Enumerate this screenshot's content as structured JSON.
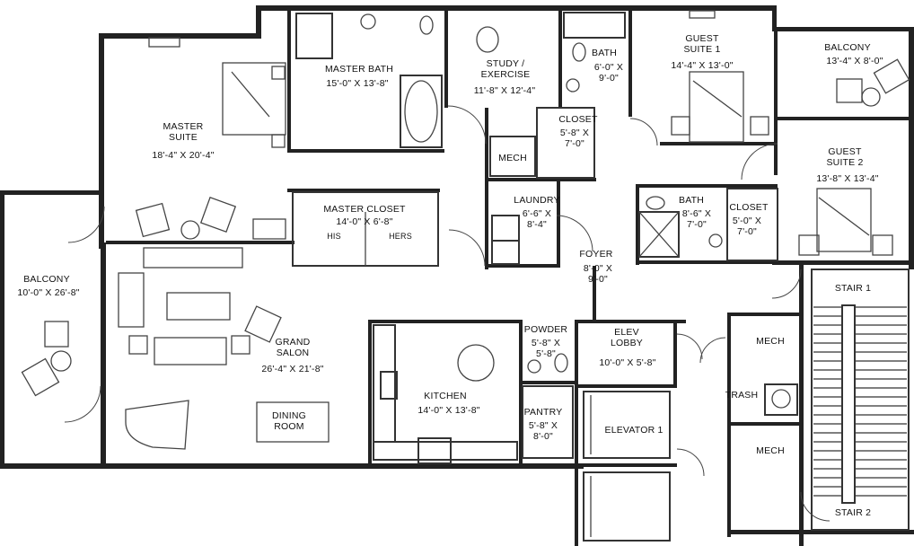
{
  "rooms": {
    "master_suite": {
      "name": "MASTER\nSUITE",
      "dim": "18'-4\" X 20'-4\""
    },
    "master_bath": {
      "name": "MASTER BATH",
      "dim": "15'-0\" X 13'-8\""
    },
    "study": {
      "name": "STUDY /\nEXERCISE",
      "dim": "11'-8\" X 12'-4\""
    },
    "bath1": {
      "name": "BATH",
      "dim": "6'-0\" X\n9'-0\""
    },
    "guest1": {
      "name": "GUEST\nSUITE 1",
      "dim": "14'-4\" X 13'-0\""
    },
    "balcony_ne": {
      "name": "BALCONY",
      "dim": "13'-4\" X 8'-0\""
    },
    "closet1": {
      "name": "CLOSET",
      "dim": "5'-8\" X\n7'-0\""
    },
    "mech1": {
      "name": "MECH"
    },
    "guest2": {
      "name": "GUEST\nSUITE 2",
      "dim": "13'-8\" X 13'-4\""
    },
    "master_closet": {
      "name": "MASTER CLOSET",
      "dim": "14'-0\" X 6'-8\"",
      "his": "HIS",
      "hers": "HERS"
    },
    "laundry": {
      "name": "LAUNDRY",
      "dim": "6'-6\" X\n8'-4\""
    },
    "bath2": {
      "name": "BATH",
      "dim": "8'-6\" X\n7'-0\""
    },
    "closet2": {
      "name": "CLOSET",
      "dim": "5'-0\" X\n7'-0\""
    },
    "balcony_w": {
      "name": "BALCONY",
      "dim": "10'-0\" X 26'-8\""
    },
    "foyer": {
      "name": "FOYER",
      "dim": "8'-0\" X\n9'-0\""
    },
    "stair1": {
      "name": "STAIR 1"
    },
    "grand_salon": {
      "name": "GRAND\nSALON",
      "dim": "26'-4\" X 21'-8\""
    },
    "powder": {
      "name": "POWDER",
      "dim": "5'-8\" X\n5'-8\""
    },
    "elev_lobby": {
      "name": "ELEV\nLOBBY",
      "dim": "10'-0\" X 5'-8\""
    },
    "mech2": {
      "name": "MECH"
    },
    "trash": {
      "name": "TRASH"
    },
    "mech3": {
      "name": "MECH"
    },
    "kitchen": {
      "name": "KITCHEN",
      "dim": "14'-0\" X 13'-8\""
    },
    "pantry": {
      "name": "PANTRY",
      "dim": "5'-8\" X\n8'-0\""
    },
    "elevator1": {
      "name": "ELEVATOR 1"
    },
    "dining": {
      "name": "DINING\nROOM"
    },
    "stair2": {
      "name": "STAIR 2"
    }
  },
  "colors": {
    "wall": "#222222",
    "paper": "#ffffff",
    "ink": "#111111"
  }
}
